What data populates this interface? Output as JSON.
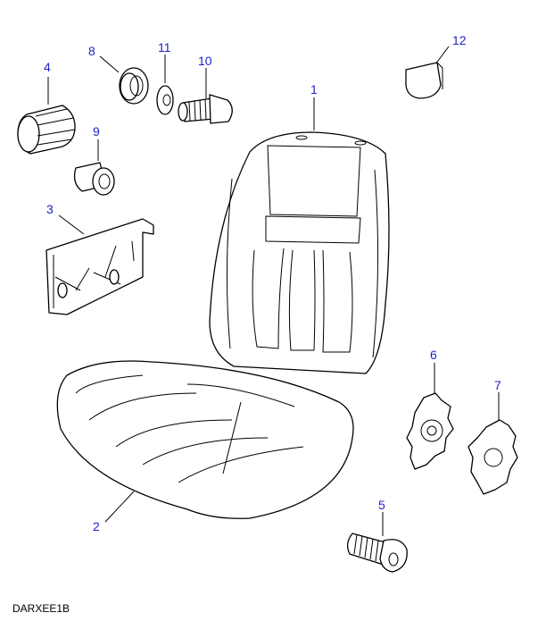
{
  "diagram": {
    "code": "DARXEE1B",
    "label_color": "#2222c8",
    "callouts": [
      {
        "id": "1",
        "label": "1"
      },
      {
        "id": "2",
        "label": "2"
      },
      {
        "id": "3",
        "label": "3"
      },
      {
        "id": "4",
        "label": "4"
      },
      {
        "id": "5",
        "label": "5"
      },
      {
        "id": "6",
        "label": "6"
      },
      {
        "id": "7",
        "label": "7"
      },
      {
        "id": "8",
        "label": "8"
      },
      {
        "id": "9",
        "label": "9"
      },
      {
        "id": "10",
        "label": "10"
      },
      {
        "id": "11",
        "label": "11"
      },
      {
        "id": "12",
        "label": "12"
      }
    ]
  }
}
